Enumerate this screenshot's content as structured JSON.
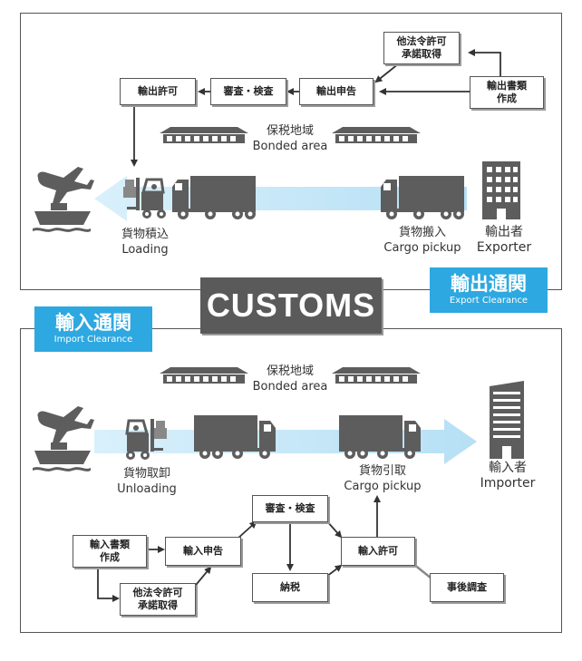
{
  "center_title": "CUSTOMS",
  "export": {
    "title_jp": "輸出通関",
    "title_en": "Export Clearance",
    "bonded_area_jp": "保税地域",
    "bonded_area_en": "Bonded area",
    "loading_jp": "貨物積込",
    "loading_en": "Loading",
    "cargo_in_jp": "貨物搬入",
    "cargo_in_en": "Cargo pickup",
    "exporter_jp": "輸出者",
    "exporter_en": "Exporter",
    "boxes": {
      "other_law_1": "他法令許可",
      "other_law_2": "承諾取得",
      "export_docs_1": "輸出書類",
      "export_docs_2": "作成",
      "export_declaration": "輸出申告",
      "inspection": "審査・検査",
      "export_permit": "輸出許可"
    }
  },
  "import": {
    "title_jp": "輸入通関",
    "title_en": "Import Clearance",
    "bonded_area_jp": "保税地域",
    "bonded_area_en": "Bonded area",
    "unloading_jp": "貨物取卸",
    "unloading_en": "Unloading",
    "cargo_out_jp": "貨物引取",
    "cargo_out_en": "Cargo pickup",
    "importer_jp": "輸入者",
    "importer_en": "Importer",
    "boxes": {
      "import_docs_1": "輸入書類",
      "import_docs_2": "作成",
      "import_declaration": "輸入申告",
      "other_law_1": "他法令許可",
      "other_law_2": "承諾取得",
      "inspection": "審査・検査",
      "tax_payment": "納税",
      "import_permit": "輸入許可",
      "post_audit": "事後調査"
    }
  },
  "colors": {
    "accent_blue": "#2ea8e0",
    "flow_blue": "#cfe9f7",
    "dark_gray": "#555555",
    "icon_gray": "#5d5d5d"
  }
}
